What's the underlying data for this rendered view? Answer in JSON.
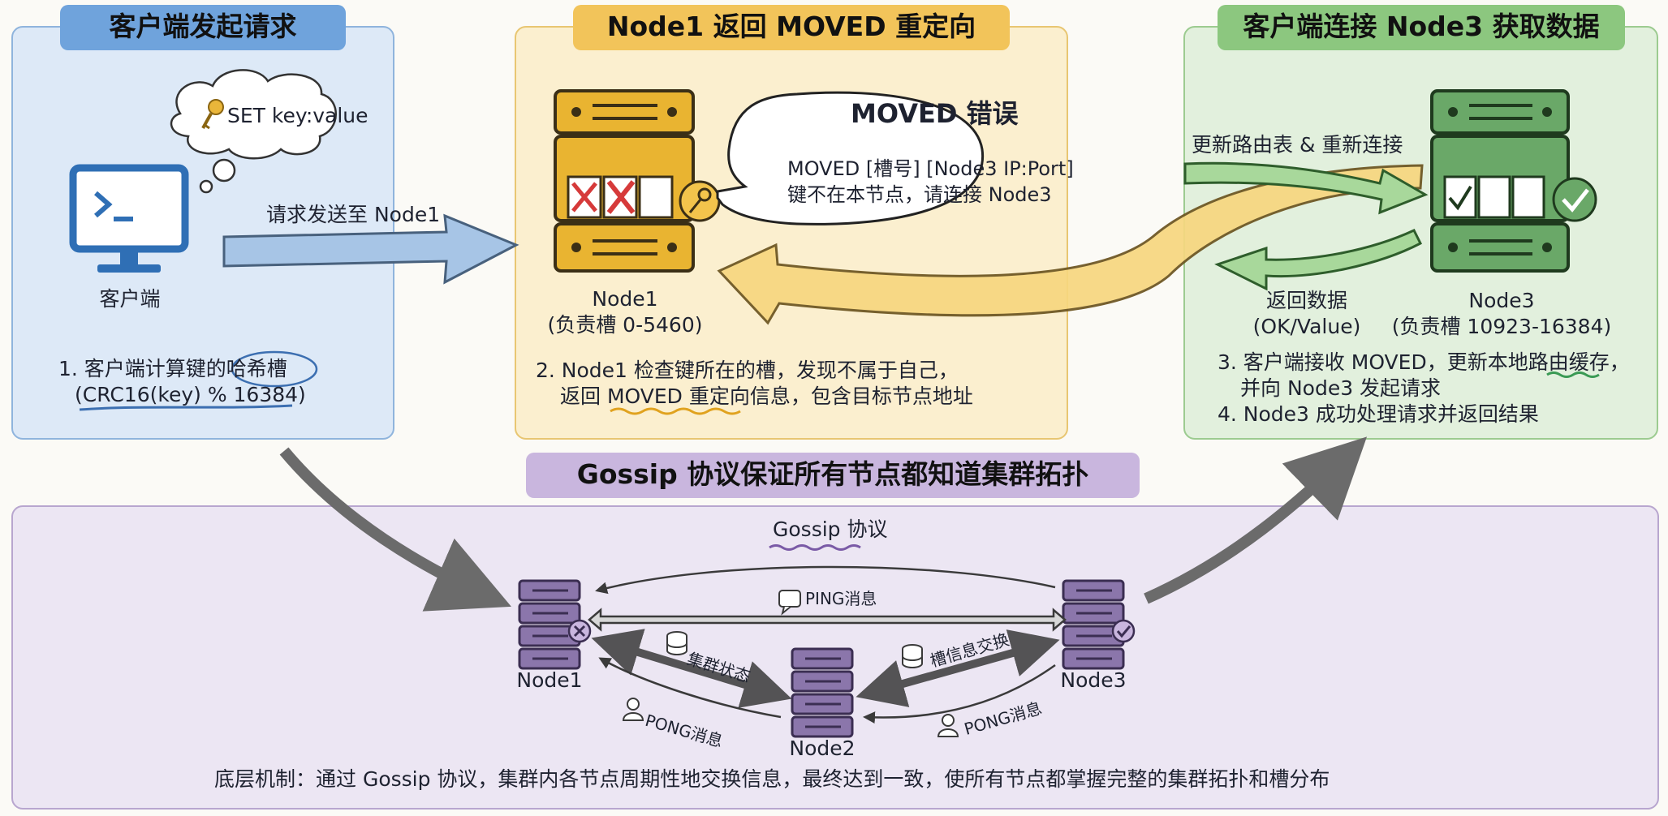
{
  "panels": {
    "client": {
      "title": "客户端发起请求",
      "bubble": "SET key:value",
      "computer_label": "客户端",
      "arrow_label": "请求发送至 Node1",
      "step_line1": "1. 客户端计算键的哈希槽",
      "step_line2": "(CRC16(key) % 16384)"
    },
    "node1": {
      "title": "Node1 返回 MOVED 重定向",
      "server_label_line1": "Node1",
      "server_label_line2": "(负责槽 0-5460)",
      "bubble_title": "MOVED 错误",
      "bubble_line1": "MOVED [槽号] [Node3 IP:Port]",
      "bubble_line2": "键不在本节点，请连接 Node3",
      "step_line1": "2. Node1 检查键所在的槽，发现不属于自己，",
      "step_line2": "返回 MOVED 重定向信息，包含目标节点地址"
    },
    "node3": {
      "title": "客户端连接 Node3 获取数据",
      "update_label": "更新路由表 & 重新连接",
      "return_label_line1": "返回数据",
      "return_label_line2": "(OK/Value)",
      "server_label_line1": "Node3",
      "server_label_line2": "(负责槽 10923-16384)",
      "step3_line1": "3. 客户端接收 MOVED，更新本地路由缓存，",
      "step3_line2": "并向 Node3 发起请求",
      "step4": "4. Node3 成功处理请求并返回结果"
    },
    "gossip": {
      "title": "Gossip 协议保证所有节点都知道集群拓扑",
      "protocol_label": "Gossip 协议",
      "ping_label": "PING消息",
      "cluster_state_label": "集群状态",
      "slot_exchange_label": "槽信息交换",
      "pong_left_label": "PONG消息",
      "pong_right_label": "PONG消息",
      "node1_label": "Node1",
      "node2_label": "Node2",
      "node3_label": "Node3",
      "footer": "底层机制：通过 Gossip 协议，集群内各节点周期性地交换信息，最终达到一致，使所有节点都掌握完整的集群拓扑和槽分布"
    }
  },
  "colors": {
    "blue_panel": "#dde9f7",
    "blue_title": "#6fa3dc",
    "yellow_panel": "#fbefcf",
    "yellow_title": "#f2c45a",
    "green_panel": "#e2f0dd",
    "green_title": "#8cc77f",
    "purple_panel": "#ece6f3",
    "purple_title": "#c9b6de",
    "server_yellow": "#e9b431",
    "server_green": "#6aa868",
    "server_purple": "#8b76ab"
  }
}
